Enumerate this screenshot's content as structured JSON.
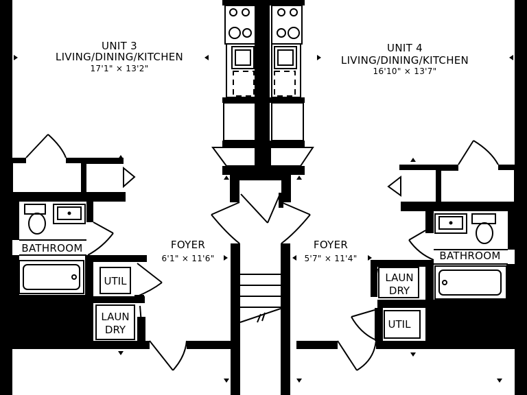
{
  "unit3": {
    "name": "UNIT 3",
    "room": "LIVING/DINING/KITCHEN",
    "dims": "17'1\" × 13'2\"",
    "bathroom": "BATHROOM",
    "foyer": "FOYER",
    "foyer_dims": "6'1\" × 11'6\"",
    "util": "UTIL",
    "laundry_1": "LAUN",
    "laundry_2": "DRY"
  },
  "unit4": {
    "name": "UNIT 4",
    "room": "LIVING/DINING/KITCHEN",
    "dims": "16'10\" × 13'7\"",
    "bathroom": "BATHROOM",
    "foyer": "FOYER",
    "foyer_dims": "5'7\" × 11'4\"",
    "util": "UTIL",
    "laundry_1": "LAUN",
    "laundry_2": "DRY"
  },
  "colors": {
    "wall": "#000000",
    "background": "#ffffff"
  }
}
